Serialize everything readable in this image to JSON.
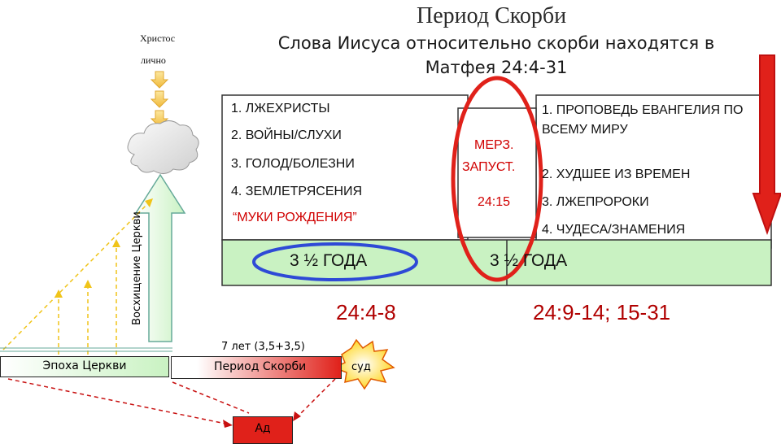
{
  "title": "Период Скорби",
  "subtitle": "Слова Иисуса относительно скорби находятся в Матфея 24:4-31",
  "left": {
    "christ_line1": "Христос",
    "christ_line2": "лично",
    "rapture_label": "Восхищение Церкви",
    "church_age": "Эпоха Церкви",
    "hell": "Ад"
  },
  "first_half": {
    "items": [
      "1. ЛЖЕХРИСТЫ",
      "2. ВОЙНЫ/СЛУХИ",
      "3. ГОЛОД/БОЛЕЗНИ",
      "4. ЗЕМЛЕТРЯСЕНИЯ"
    ],
    "birth_pains": "“МУКИ РОЖДЕНИЯ”",
    "duration": "3 ½ ГОДА",
    "reference": "24:4-8"
  },
  "middle": {
    "line1": "МЕРЗ.",
    "line2": "ЗАПУСТ.",
    "reference": "24:15"
  },
  "second_half": {
    "items": [
      "1. ПРОПОВЕДЬ ЕВАНГЕЛИЯ ПО ВСЕМУ МИРУ",
      "2. ХУДШЕЕ ИЗ ВРЕМЕН",
      "3. ЛЖЕПРОРОКИ",
      "4. ЧУДЕСА/ЗНАМЕНИЯ"
    ],
    "duration": "3 ½ ГОДА",
    "reference": "24:9-14; 15-31"
  },
  "timeline": {
    "years": "7 лет (3,5+3,5)",
    "period": "Период Скорби",
    "judgment": "суд"
  },
  "colors": {
    "red": "#e0211a",
    "green": "#c9f2c2",
    "yellow": "#f5d04a",
    "blue": "#2e4ad6"
  }
}
